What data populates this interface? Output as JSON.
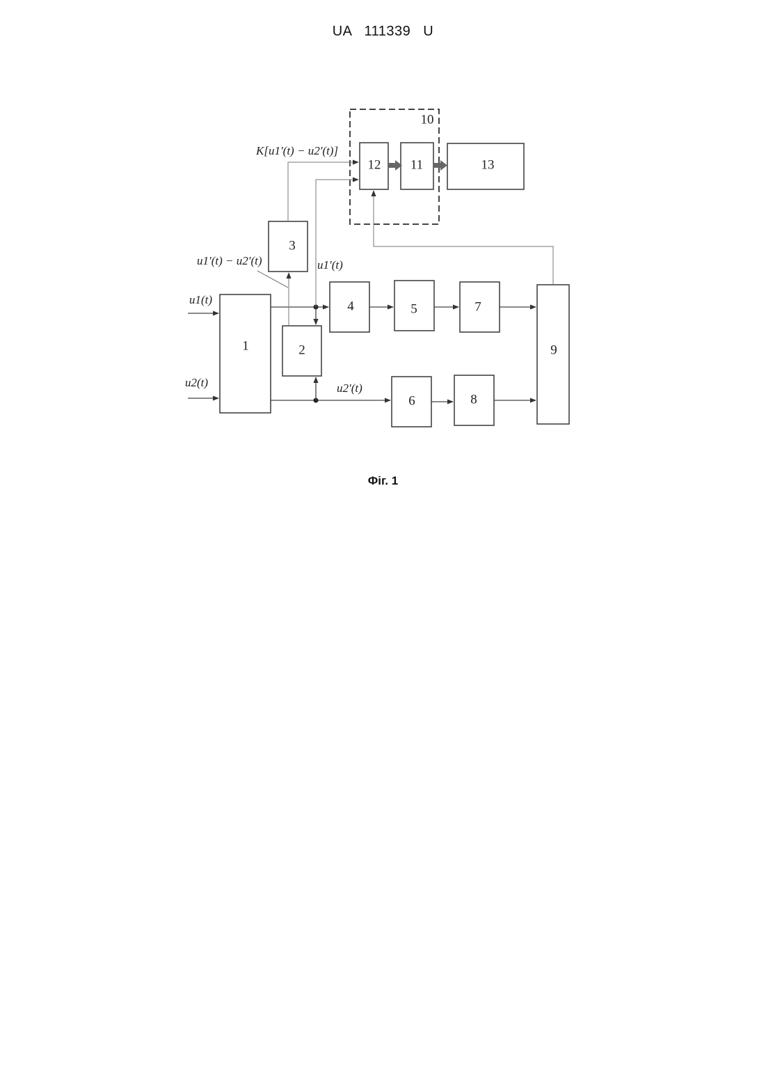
{
  "header": {
    "doc_number": "UA 111339 U"
  },
  "diagram": {
    "blocks": {
      "b1": "1",
      "b2": "2",
      "b3": "3",
      "b4": "4",
      "b5": "5",
      "b6": "6",
      "b7": "7",
      "b8": "8",
      "b9": "9",
      "b10": "10",
      "b11": "11",
      "b12": "12",
      "b13": "13"
    },
    "labels": {
      "input_u1": "u1(t)",
      "input_u2": "u2(t)",
      "difference": "u1′(t) − u2′(t)",
      "scaled_difference": "K[u1′(t) − u2′(t)]",
      "signal_u1_prime": "u1′(t)",
      "signal_u2_prime": "u2′(t)"
    }
  },
  "caption": "Фіг. 1",
  "colors": {
    "line": "#444444",
    "thick_arrow": "#666666"
  }
}
